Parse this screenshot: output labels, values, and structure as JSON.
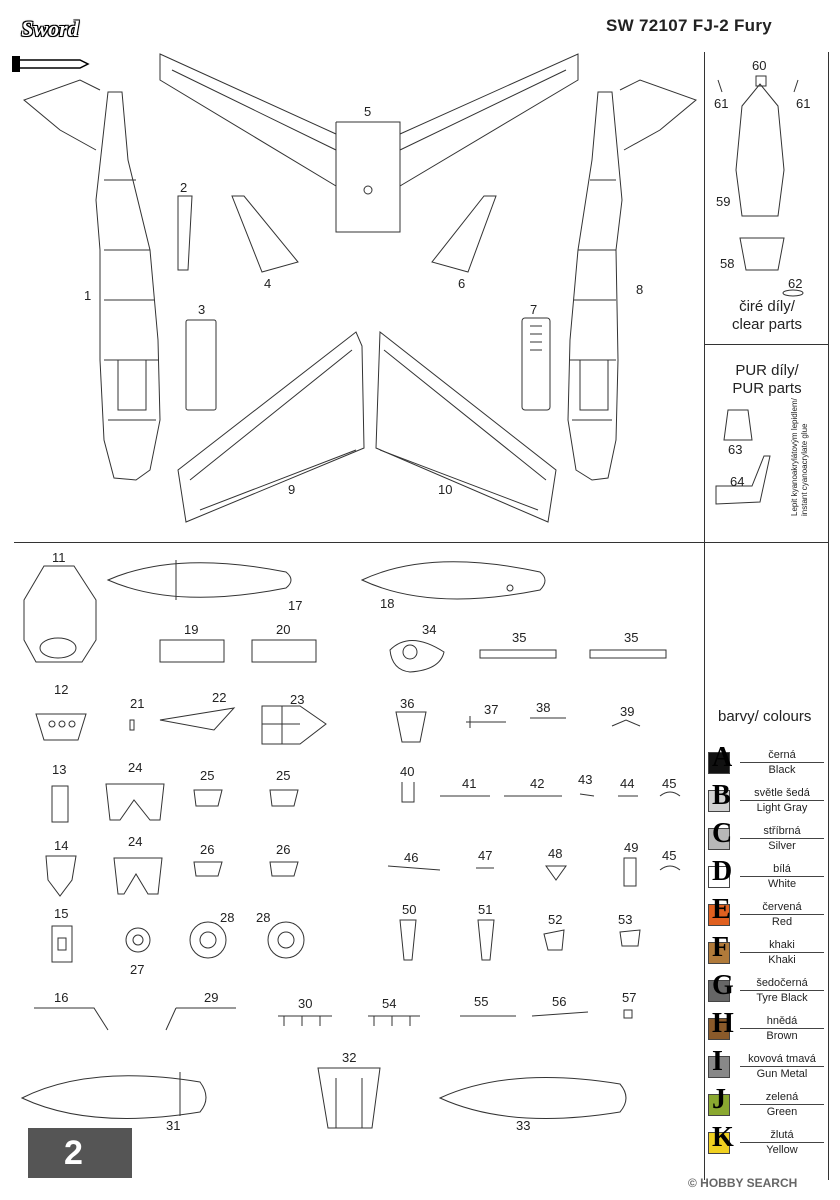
{
  "logo": {
    "text": "Sword"
  },
  "header": {
    "title": "SW 72107   FJ-2   Fury"
  },
  "sidebar": {
    "clear_parts": {
      "line1": "čiré díly/",
      "line2": "clear parts"
    },
    "pur_parts": {
      "line1": "PUR díly/",
      "line2": "PUR parts"
    },
    "glue_note": {
      "line1": "Lepit kyanoakrylátovým lepidlem/",
      "line2": "instant cyanoacrylate glue"
    },
    "colours_title": "barvy/ colours",
    "colours": [
      {
        "letter": "A",
        "cz": "černá",
        "en": "Black",
        "color": "#111111"
      },
      {
        "letter": "B",
        "cz": "světle šedá",
        "en": "Light Gray",
        "color": "#d0d0d0"
      },
      {
        "letter": "C",
        "cz": "stříbrná",
        "en": "Silver",
        "color": "#b8b8b8"
      },
      {
        "letter": "D",
        "cz": "bílá",
        "en": "White",
        "color": "#ffffff"
      },
      {
        "letter": "E",
        "cz": "červená",
        "en": "Red",
        "color": "#e06020"
      },
      {
        "letter": "F",
        "cz": "khaki",
        "en": "Khaki",
        "color": "#b07a3a"
      },
      {
        "letter": "G",
        "cz": "šedočerná",
        "en": "Tyre Black",
        "color": "#666666"
      },
      {
        "letter": "H",
        "cz": "hnědá",
        "en": "Brown",
        "color": "#8a5a2a"
      },
      {
        "letter": "I",
        "cz": "kovová tmavá",
        "en": "Gun Metal",
        "color": "#888888"
      },
      {
        "letter": "J",
        "cz": "zelená",
        "en": "Green",
        "color": "#8aa830"
      },
      {
        "letter": "K",
        "cz": "žlutá",
        "en": "Yellow",
        "color": "#f0d020"
      }
    ]
  },
  "page_number": "2",
  "watermark": "© HOBBY SEARCH",
  "parts": {
    "p1": "1",
    "p2": "2",
    "p3": "3",
    "p4": "4",
    "p5": "5",
    "p6": "6",
    "p7": "7",
    "p8": "8",
    "p9": "9",
    "p10": "10",
    "p11": "11",
    "p12": "12",
    "p13": "13",
    "p14": "14",
    "p15": "15",
    "p16": "16",
    "p17": "17",
    "p18": "18",
    "p19": "19",
    "p20": "20",
    "p21": "21",
    "p22": "22",
    "p23": "23",
    "p24a": "24",
    "p24b": "24",
    "p25a": "25",
    "p25b": "25",
    "p26a": "26",
    "p26b": "26",
    "p27": "27",
    "p28a": "28",
    "p28b": "28",
    "p29": "29",
    "p30": "30",
    "p31": "31",
    "p32": "32",
    "p33": "33",
    "p34": "34",
    "p35a": "35",
    "p35b": "35",
    "p36": "36",
    "p37": "37",
    "p38": "38",
    "p39": "39",
    "p40": "40",
    "p41": "41",
    "p42": "42",
    "p43": "43",
    "p44": "44",
    "p45a": "45",
    "p45b": "45",
    "p46": "46",
    "p47": "47",
    "p48": "48",
    "p49": "49",
    "p50": "50",
    "p51": "51",
    "p52": "52",
    "p53": "53",
    "p54": "54",
    "p55": "55",
    "p56": "56",
    "p57": "57",
    "p58": "58",
    "p59": "59",
    "p60": "60",
    "p61a": "61",
    "p61b": "61",
    "p62": "62",
    "p63": "63",
    "p64": "64"
  }
}
